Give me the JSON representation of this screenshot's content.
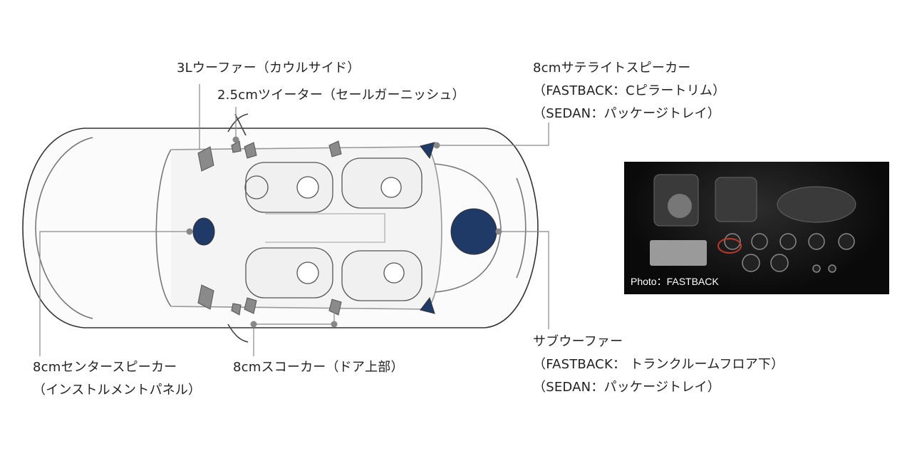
{
  "labels": {
    "woofer": "3Lウーファー（カウルサイド）",
    "tweeter": "2.5cmツイーター（セールガーニッシュ）",
    "satellite": {
      "line1": "8cmサテライトスピーカー",
      "line2": "（FASTBACK：Cピラートリム）",
      "line3": "（SEDAN：パッケージトレイ）"
    },
    "center": {
      "line1": "8cmセンタースピーカー",
      "line2": "（インストルメントパネル）"
    },
    "squawker": "8cmスコーカー（ドア上部）",
    "subwoofer": {
      "line1": "サブウーファー",
      "line2": "（FASTBACK： トランクルームフロア下）",
      "line3": "（SEDAN：パッケージトレイ）"
    }
  },
  "photo": {
    "caption": "Photo：FASTBACK"
  },
  "colors": {
    "speaker_fill": "#1f3a66",
    "speaker_small": "#8a8a8a",
    "leader_line": "#888888",
    "car_outline": "#333333"
  }
}
